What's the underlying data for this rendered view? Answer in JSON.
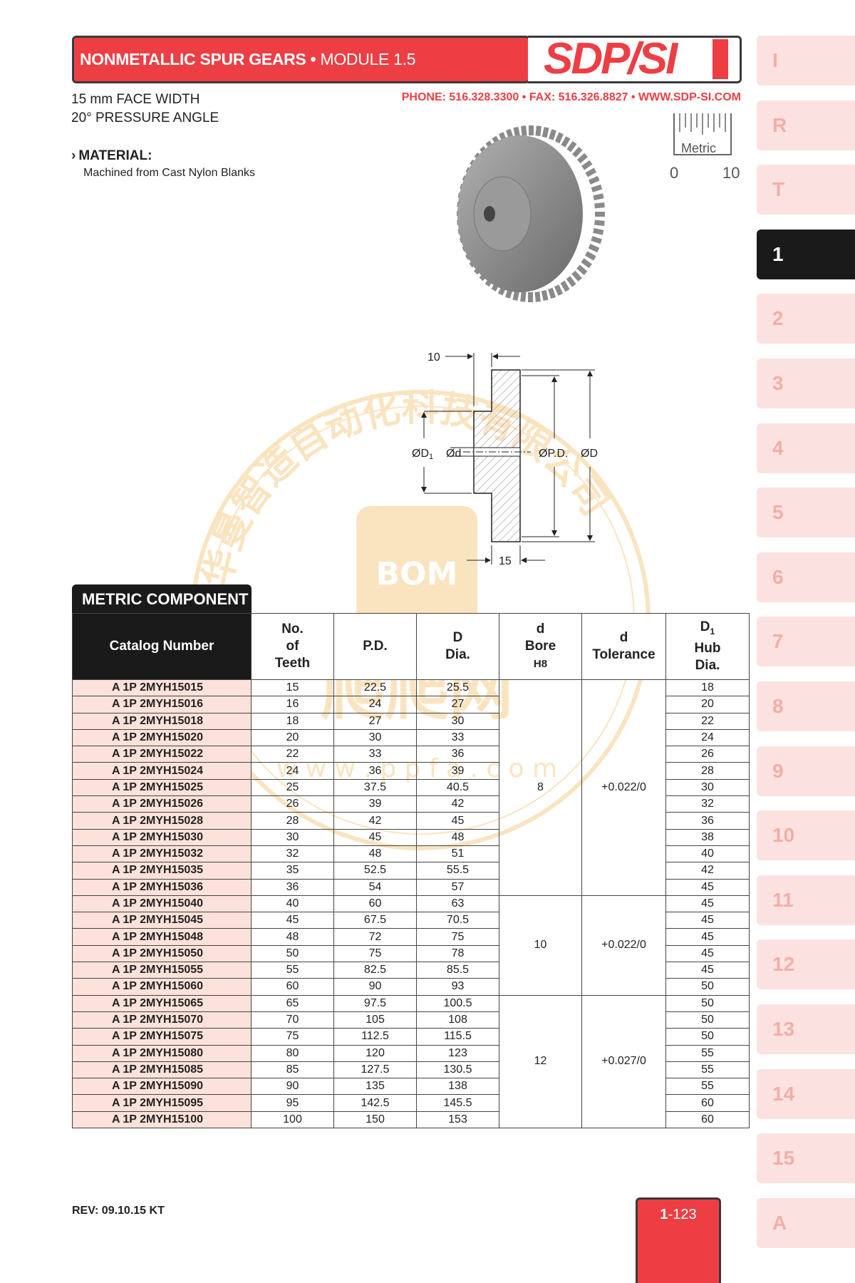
{
  "header": {
    "title_bold": "NONMETALLIC SPUR GEARS",
    "title_sep": " • ",
    "title_light": "MODULE 1.5",
    "logo": "SDP/SI",
    "contact": "PHONE: 516.328.3300 • FAX: 516.326.8827 • WWW.SDP-SI.COM"
  },
  "specs": {
    "face_width": "15 mm FACE WIDTH",
    "pressure_angle": "20° PRESSURE ANGLE",
    "material_label": "MATERIAL:",
    "material_text": "Machined from Cast Nylon Blanks"
  },
  "metric_scale": {
    "label": "Metric",
    "min": "0",
    "max": "10"
  },
  "tabs": [
    "I",
    "R",
    "T",
    "1",
    "2",
    "3",
    "4",
    "5",
    "6",
    "7",
    "8",
    "9",
    "10",
    "11",
    "12",
    "13",
    "14",
    "15",
    "A"
  ],
  "active_tab": "1",
  "drawing": {
    "dim_hub": "10",
    "dim_face": "15",
    "label_d1": "ØD",
    "label_d1_sub": "1",
    "label_d": "Ød",
    "label_pd": "ØP.D.",
    "label_od": "ØD"
  },
  "watermark": {
    "company": "华曼智造自动化科技有限公司",
    "brand": "BOM",
    "brand_cn": "爬爬网",
    "registered": "®",
    "url": "w w w . p p f a . c o m"
  },
  "table": {
    "section_title": "METRIC COMPONENT",
    "headers": {
      "catalog": "Catalog Number",
      "teeth": [
        "No.",
        "of",
        "Teeth"
      ],
      "pd": "P.D.",
      "dia": [
        "D",
        "Dia."
      ],
      "bore": [
        "d",
        "Bore",
        "H8"
      ],
      "tol": [
        "d",
        "Tolerance"
      ],
      "hub": [
        "D",
        "1",
        "Hub",
        "Dia."
      ]
    },
    "rows": [
      {
        "cat": "A 1P 2MYH15015",
        "teeth": "15",
        "pd": "22.5",
        "dia": "25.5",
        "hub": "18"
      },
      {
        "cat": "A 1P 2MYH15016",
        "teeth": "16",
        "pd": "24",
        "dia": "27",
        "hub": "20"
      },
      {
        "cat": "A 1P 2MYH15018",
        "teeth": "18",
        "pd": "27",
        "dia": "30",
        "hub": "22"
      },
      {
        "cat": "A 1P 2MYH15020",
        "teeth": "20",
        "pd": "30",
        "dia": "33",
        "hub": "24"
      },
      {
        "cat": "A 1P 2MYH15022",
        "teeth": "22",
        "pd": "33",
        "dia": "36",
        "hub": "26"
      },
      {
        "cat": "A 1P 2MYH15024",
        "teeth": "24",
        "pd": "36",
        "dia": "39",
        "hub": "28"
      },
      {
        "cat": "A 1P 2MYH15025",
        "teeth": "25",
        "pd": "37.5",
        "dia": "40.5",
        "hub": "30"
      },
      {
        "cat": "A 1P 2MYH15026",
        "teeth": "26",
        "pd": "39",
        "dia": "42",
        "hub": "32"
      },
      {
        "cat": "A 1P 2MYH15028",
        "teeth": "28",
        "pd": "42",
        "dia": "45",
        "hub": "36"
      },
      {
        "cat": "A 1P 2MYH15030",
        "teeth": "30",
        "pd": "45",
        "dia": "48",
        "hub": "38"
      },
      {
        "cat": "A 1P 2MYH15032",
        "teeth": "32",
        "pd": "48",
        "dia": "51",
        "hub": "40"
      },
      {
        "cat": "A 1P 2MYH15035",
        "teeth": "35",
        "pd": "52.5",
        "dia": "55.5",
        "hub": "42"
      },
      {
        "cat": "A 1P 2MYH15036",
        "teeth": "36",
        "pd": "54",
        "dia": "57",
        "hub": "45"
      },
      {
        "cat": "A 1P 2MYH15040",
        "teeth": "40",
        "pd": "60",
        "dia": "63",
        "hub": "45"
      },
      {
        "cat": "A 1P 2MYH15045",
        "teeth": "45",
        "pd": "67.5",
        "dia": "70.5",
        "hub": "45"
      },
      {
        "cat": "A 1P 2MYH15048",
        "teeth": "48",
        "pd": "72",
        "dia": "75",
        "hub": "45"
      },
      {
        "cat": "A 1P 2MYH15050",
        "teeth": "50",
        "pd": "75",
        "dia": "78",
        "hub": "45"
      },
      {
        "cat": "A 1P 2MYH15055",
        "teeth": "55",
        "pd": "82.5",
        "dia": "85.5",
        "hub": "45"
      },
      {
        "cat": "A 1P 2MYH15060",
        "teeth": "60",
        "pd": "90",
        "dia": "93",
        "hub": "50"
      },
      {
        "cat": "A 1P 2MYH15065",
        "teeth": "65",
        "pd": "97.5",
        "dia": "100.5",
        "hub": "50"
      },
      {
        "cat": "A 1P 2MYH15070",
        "teeth": "70",
        "pd": "105",
        "dia": "108",
        "hub": "50"
      },
      {
        "cat": "A 1P 2MYH15075",
        "teeth": "75",
        "pd": "112.5",
        "dia": "115.5",
        "hub": "50"
      },
      {
        "cat": "A 1P 2MYH15080",
        "teeth": "80",
        "pd": "120",
        "dia": "123",
        "hub": "55"
      },
      {
        "cat": "A 1P 2MYH15085",
        "teeth": "85",
        "pd": "127.5",
        "dia": "130.5",
        "hub": "55"
      },
      {
        "cat": "A 1P 2MYH15090",
        "teeth": "90",
        "pd": "135",
        "dia": "138",
        "hub": "55"
      },
      {
        "cat": "A 1P 2MYH15095",
        "teeth": "95",
        "pd": "142.5",
        "dia": "145.5",
        "hub": "60"
      },
      {
        "cat": "A 1P 2MYH15100",
        "teeth": "100",
        "pd": "150",
        "dia": "153",
        "hub": "60"
      }
    ],
    "groups": [
      {
        "span": 13,
        "bore": "8",
        "tol": "+0.022/0"
      },
      {
        "span": 6,
        "bore": "10",
        "tol": "+0.022/0"
      },
      {
        "span": 8,
        "bore": "12",
        "tol": "+0.027/0"
      }
    ]
  },
  "footer": {
    "rev": "REV: 09.10.15  KT",
    "page_prefix": "1",
    "page_suffix": "-123"
  },
  "colors": {
    "accent": "#ed3e44",
    "tab_light": "#fbe2e0",
    "tab_active": "#1a1a1a",
    "catalog_cell": "#fce2da"
  }
}
